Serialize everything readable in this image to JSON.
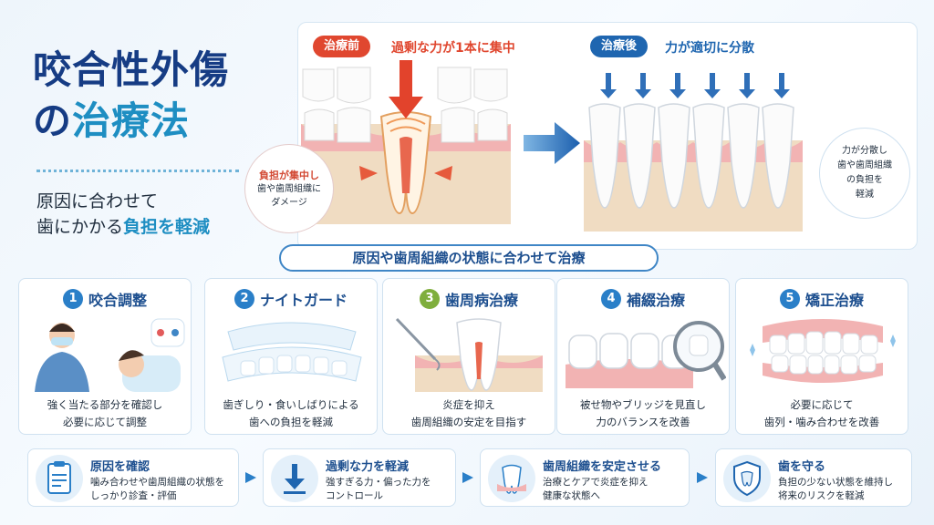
{
  "title": {
    "line1": "咬合性外傷",
    "line2_prefix": "の",
    "line2_main": "治療法"
  },
  "subtitle": {
    "line1": "原因に合わせて",
    "line2_prefix": "歯にかかる",
    "line2_highlight": "負担を軽減"
  },
  "before": {
    "badge": "治療前",
    "caption": "過剰な力が1本に集中",
    "bubble_head": "負担が集中し",
    "bubble_text1": "歯や歯周組織に",
    "bubble_text2": "ダメージ"
  },
  "after": {
    "badge": "治療後",
    "caption": "力が適切に分散",
    "bubble_text1": "力が分散し",
    "bubble_text2": "歯や歯周組織",
    "bubble_text3": "の負担を",
    "bubble_text4": "軽減"
  },
  "banner": "原因や歯周組織の状態に合わせて治療",
  "cards": [
    {
      "num": "1",
      "title": "咬合調整",
      "line1": "強く当たる部分を確認し",
      "line2": "必要に応じて調整",
      "color": "#2a7fc8"
    },
    {
      "num": "2",
      "title": "ナイトガード",
      "line1": "歯ぎしり・食いしばりによる",
      "line2": "歯への負担を軽減",
      "color": "#2a7fc8"
    },
    {
      "num": "3",
      "title": "歯周病治療",
      "line1": "炎症を抑え",
      "line2": "歯周組織の安定を目指す",
      "color": "#7fae3c"
    },
    {
      "num": "4",
      "title": "補綴治療",
      "line1": "被せ物やブリッジを見直し",
      "line2": "力のバランスを改善",
      "color": "#2a7fc8"
    },
    {
      "num": "5",
      "title": "矯正治療",
      "line1": "必要に応じて",
      "line2": "歯列・噛み合わせを改善",
      "color": "#2a7fc8"
    }
  ],
  "steps": [
    {
      "title": "原因を確認",
      "line1": "噛み合わせや歯周組織の状態を",
      "line2": "しっかり診査・評価",
      "icon": "clipboard-icon"
    },
    {
      "title": "過剰な力を軽減",
      "line1": "強すぎる力・偏った力を",
      "line2": "コントロール",
      "icon": "down-arrow-icon"
    },
    {
      "title": "歯周組織を安定させる",
      "line1": "治療とケアで炎症を抑え",
      "line2": "健康な状態へ",
      "icon": "tooth-gum-icon"
    },
    {
      "title": "歯を守る",
      "line1": "負担の少ない状態を維持し",
      "line2": "将来のリスクを軽減",
      "icon": "shield-tooth-icon"
    }
  ],
  "colors": {
    "navy": "#163c84",
    "teal": "#1e8ec2",
    "red": "#e0472f",
    "blue": "#1f66b0",
    "green": "#7fae3c"
  }
}
